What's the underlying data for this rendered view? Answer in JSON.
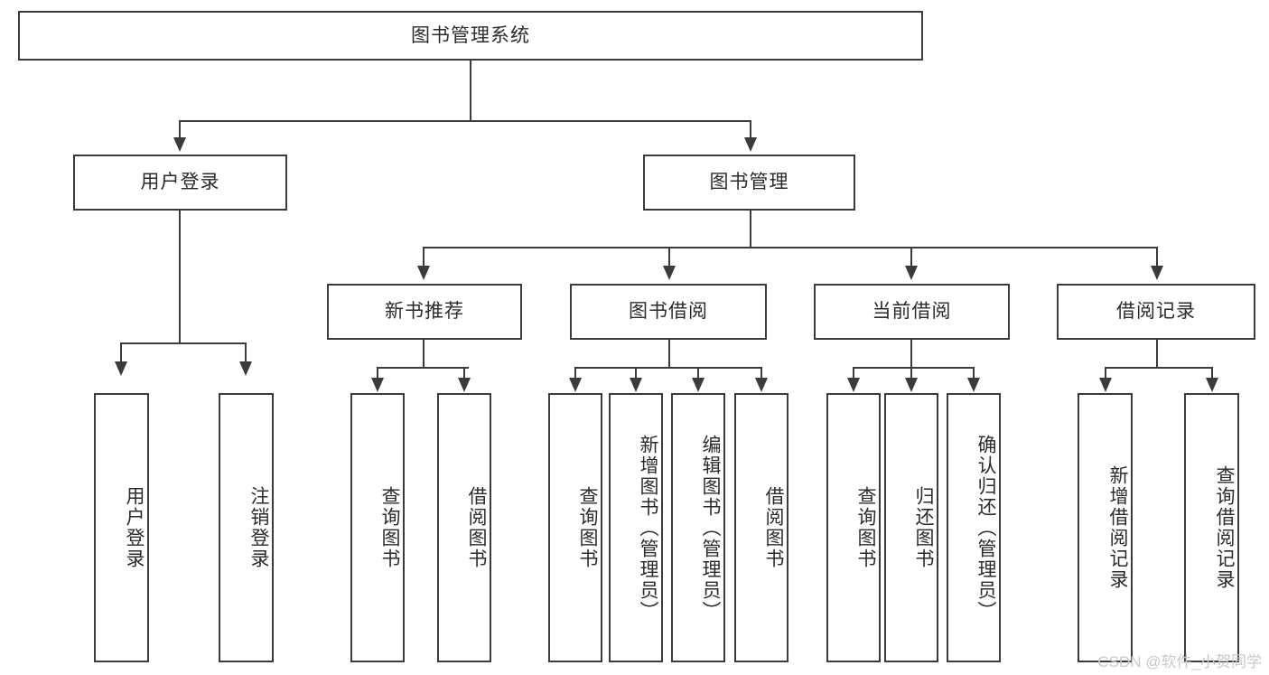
{
  "diagram": {
    "type": "tree-hierarchy",
    "title": "图书管理系统",
    "watermark": "CSDN @软件_小贺同学",
    "colors": {
      "box_border": "#3b3b3b",
      "box_fill": "#ffffff",
      "text": "#2b2b2b",
      "connector": "#3b3b3b",
      "watermark": "#c9c9c9",
      "background": "#ffffff"
    },
    "nodes": {
      "root": {
        "label": "图书管理系统"
      },
      "level2": [
        {
          "id": "user-login",
          "label": "用户登录"
        },
        {
          "id": "book-manage",
          "label": "图书管理"
        }
      ],
      "level3": [
        {
          "id": "new-book-recommend",
          "label": "新书推荐"
        },
        {
          "id": "book-borrow",
          "label": "图书借阅"
        },
        {
          "id": "current-borrow",
          "label": "当前借阅"
        },
        {
          "id": "borrow-record",
          "label": "借阅记录"
        }
      ],
      "leaves": [
        {
          "id": "leaf-user-login",
          "label": "用户登录",
          "parent": "user-login"
        },
        {
          "id": "leaf-logout-login",
          "label": "注销登录",
          "parent": "user-login"
        },
        {
          "id": "leaf-query-book-1",
          "label": "查询图书",
          "parent": "new-book-recommend"
        },
        {
          "id": "leaf-borrow-book-1",
          "label": "借阅图书",
          "parent": "new-book-recommend"
        },
        {
          "id": "leaf-query-book-2",
          "label": "查询图书",
          "parent": "book-borrow"
        },
        {
          "id": "leaf-add-book",
          "label": "新增图书（管理员）",
          "parent": "book-borrow"
        },
        {
          "id": "leaf-edit-book",
          "label": "编辑图书（管理员）",
          "parent": "book-borrow"
        },
        {
          "id": "leaf-borrow-book-2",
          "label": "借阅图书",
          "parent": "book-borrow"
        },
        {
          "id": "leaf-query-book-3",
          "label": "查询图书",
          "parent": "current-borrow"
        },
        {
          "id": "leaf-return-book",
          "label": "归还图书",
          "parent": "current-borrow"
        },
        {
          "id": "leaf-confirm-return",
          "label": "确认归还（管理员）",
          "parent": "current-borrow"
        },
        {
          "id": "leaf-add-record",
          "label": "新增借阅记录",
          "parent": "borrow-record"
        },
        {
          "id": "leaf-query-record",
          "label": "查询借阅记录",
          "parent": "borrow-record"
        }
      ]
    }
  }
}
